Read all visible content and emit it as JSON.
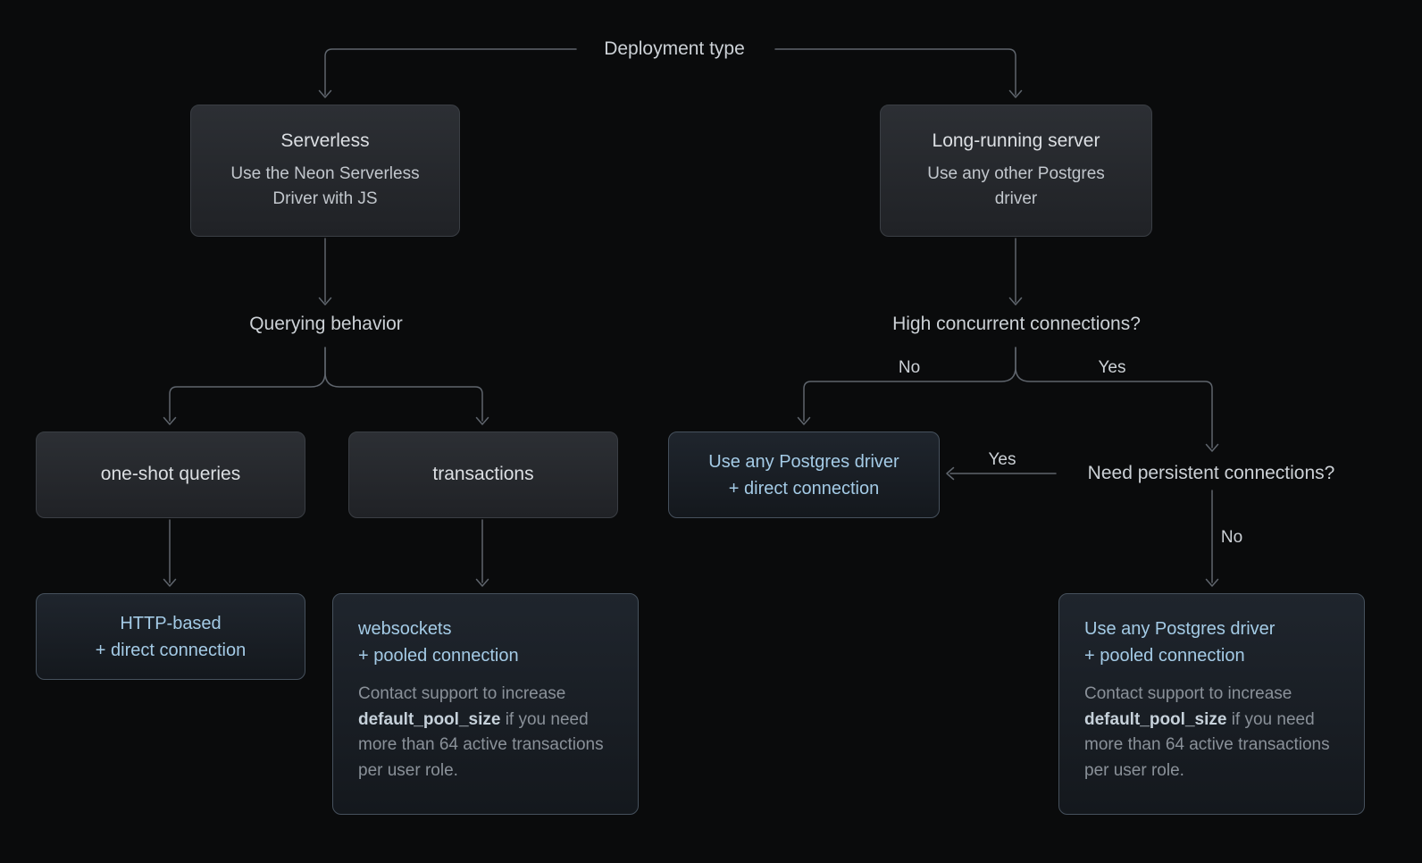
{
  "diagram": {
    "root_label": "Deployment type",
    "serverless_branch": {
      "box": {
        "title": "Serverless",
        "subtitle": "Use the Neon Serverless Driver with JS"
      },
      "question": "Querying behavior",
      "one_shot_box": {
        "title": "one-shot queries"
      },
      "transactions_box": {
        "title": "transactions"
      },
      "http_result": {
        "line1": "HTTP-based",
        "line2": "+ direct connection"
      },
      "websockets_result": {
        "line1": "websockets",
        "line2": "+ pooled connection",
        "note_pre": "Contact support to increase ",
        "note_bold": "default_pool_size",
        "note_post": " if you need more than 64 active transactions per user role."
      }
    },
    "server_branch": {
      "box": {
        "title": "Long-running server",
        "subtitle": "Use any other Postgres driver"
      },
      "question": "High concurrent connections?",
      "branch_no": "No",
      "branch_yes": "Yes",
      "direct_result": {
        "line1": "Use any Postgres driver",
        "line2": "+ direct connection"
      },
      "persistent_question": "Need persistent connections?",
      "persistent_yes": "Yes",
      "persistent_no": "No",
      "pooled_result": {
        "line1": "Use any Postgres driver",
        "line2": "+ pooled connection",
        "note_pre": "Contact support to increase ",
        "note_bold": "default_pool_size",
        "note_post": " if you need more than 64 active transactions per user role."
      }
    },
    "colors": {
      "background": "#0a0b0c",
      "connector_line": "#5f656d",
      "box_text": "#dcdfe3",
      "result_text": "#a4cbe6",
      "note_text": "#8a9199"
    }
  }
}
